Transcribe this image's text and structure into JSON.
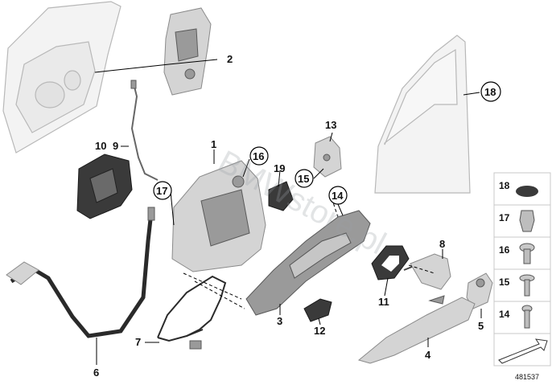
{
  "callouts": {
    "c1": "1",
    "c2": "2",
    "c3": "3",
    "c4": "4",
    "c5": "5",
    "c6": "6",
    "c7": "7",
    "c8": "8",
    "c9": "9",
    "c10": "10",
    "c11": "11",
    "c12": "12",
    "c13": "13",
    "c14": "14",
    "c15": "15",
    "c16": "16",
    "c17": "17",
    "c18": "18",
    "c19": "19"
  },
  "legend": {
    "items": [
      "18",
      "17",
      "16",
      "15",
      "14"
    ]
  },
  "diagram_id": "481537",
  "watermark": "BMWstore.pl",
  "colors": {
    "part_fill": "#d4d4d4",
    "dark_part": "#3a3a3a",
    "leader": "#000000"
  }
}
